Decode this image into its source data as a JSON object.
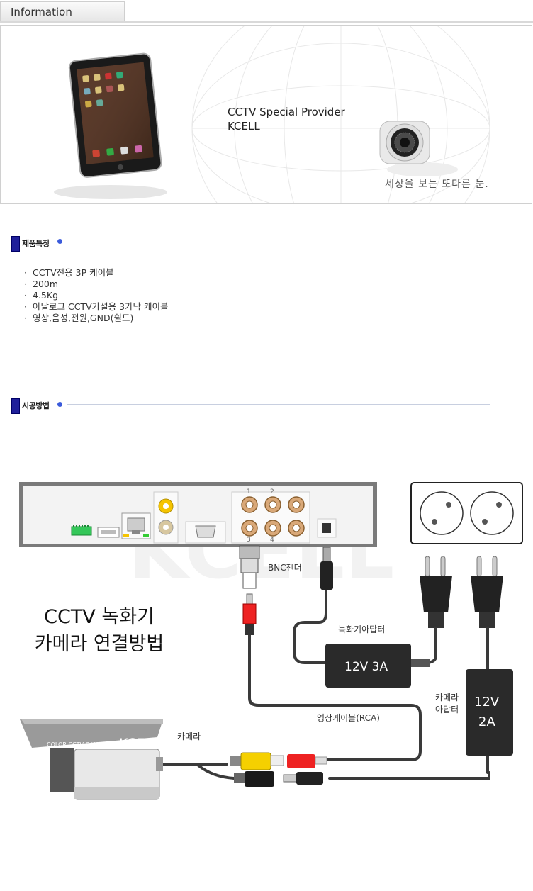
{
  "tab": {
    "label": "Information"
  },
  "banner": {
    "line1": "CCTV Special Provider",
    "line2": "KCELL",
    "slogan": "세상을 보는 또다른 눈."
  },
  "sections": {
    "features": {
      "title": "제품특징"
    },
    "install": {
      "title": "시공방법"
    }
  },
  "features": [
    "CCTV전용 3P 케이블",
    "200m",
    "4.5Kg",
    "아날로그 CCTV가설용 3가닥 케이블",
    "영상,음성,전원,GND(쉴드)"
  ],
  "bullet": "·",
  "diagram": {
    "title_line1": "CCTV 녹화기",
    "title_line2": "카메라 연결방법",
    "watermark": "KCELL",
    "bnc_label": "BNC젠더",
    "recorder_adapter_label": "녹화기아답터",
    "recorder_adapter_spec": "12V 3A",
    "camera_adapter_label_1": "카메라",
    "camera_adapter_label_2": "아답터",
    "camera_adapter_spec_1": "12V",
    "camera_adapter_spec_2": "2A",
    "video_cable_label": "영상케이블(RCA)",
    "camera_label": "카메라",
    "camera_body_text": "COLOR CCTV CAMERA",
    "camera_brand": "KCE",
    "bnc_numbers": [
      "1",
      "2",
      "3",
      "4"
    ]
  }
}
